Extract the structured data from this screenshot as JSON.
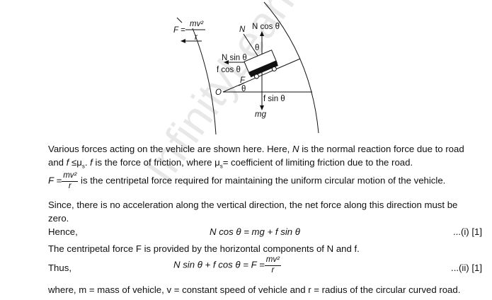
{
  "diagram": {
    "F_label": "F =",
    "F_num": "mv²",
    "F_den": "r",
    "N": "N",
    "N_cos": "N cos θ",
    "theta_top": "θ",
    "N_sin": "N sin θ",
    "f_cos": "f cos θ",
    "F_small": "F",
    "theta_angle": "θ",
    "O": "O",
    "f_sin": "f sin θ",
    "mg": "mg"
  },
  "text": {
    "p1_a": "Various forces acting on the vehicle are shown here. Here, ",
    "p1_N": "N",
    "p1_b": " is the normal reaction force due to road",
    "p2_a": "and ",
    "p2_f": "f",
    "p2_b": " ≤μ",
    "p2_s": "s",
    "p2_c": ". ",
    "p2_f2": "f",
    "p2_d": " is the force of friction, where μ",
    "p2_s2": "s",
    "p2_e": "= coefficient of limiting friction due to the road.",
    "p3_F": "F =",
    "p3_num": "mv²",
    "p3_den": "r",
    "p3_b": " is the centripetal force required for maintaining the uniform circular motion of the vehicle.",
    "p4": "Since, there is no acceleration along the vertical direction, the net force along this direction must be",
    "p4b": "zero.",
    "hence": "Hence,",
    "eq1": "N cos θ = mg + f sin θ",
    "eq1_tag": "...(i) [1]",
    "p5": "The centripetal force F is provided by the horizontal components of N and f.",
    "thus": "Thus,",
    "eq2_a": "N sin θ + f cos θ = F =",
    "eq2_num": "mv²",
    "eq2_den": "r",
    "eq2_tag": "...(ii) [1]",
    "p6": "where, m = mass of vehicle, v = constant speed of vehicle and r = radius of the circular curved road."
  },
  "watermark": "InfinityLearn.com"
}
